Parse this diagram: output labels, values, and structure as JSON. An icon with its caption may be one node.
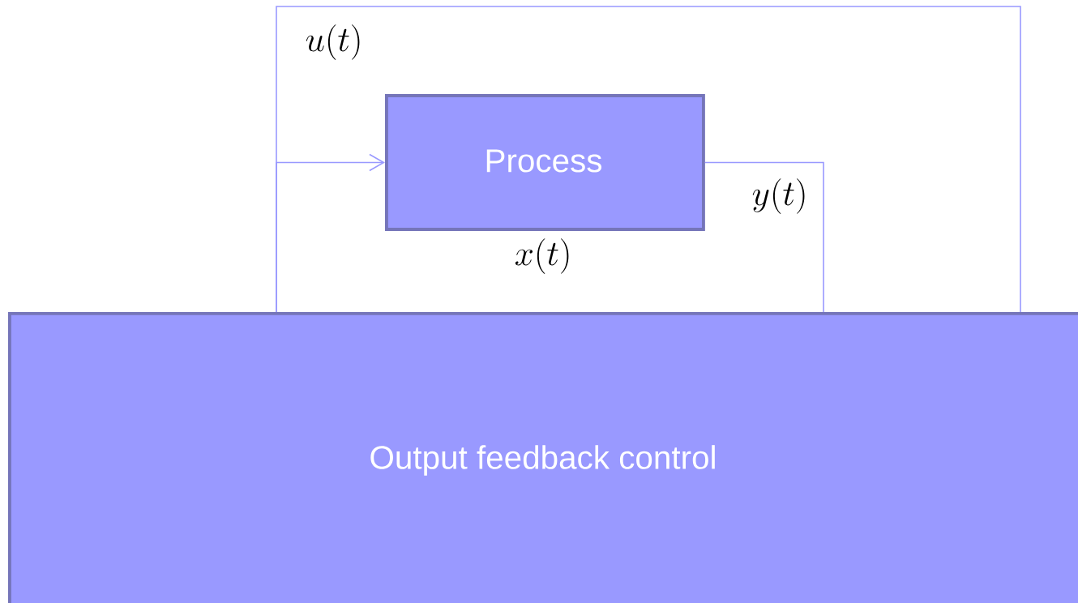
{
  "diagram": {
    "nodes": [
      {
        "text": [
          "Process"
        ],
        "beside": [
          "x(t)"
        ]
      },
      {
        "text": [
          "Output feedback control"
        ]
      }
    ],
    "edges": [
      {
        "from": 1,
        "to": 0,
        "arrow": "to"
      },
      {
        "from": 1,
        "to": 1,
        "arrow": "none",
        "label": "u(t)"
      },
      {
        "from": 0,
        "to": 1,
        "arrow": "none",
        "label": "y(t)"
      }
    ]
  }
}
